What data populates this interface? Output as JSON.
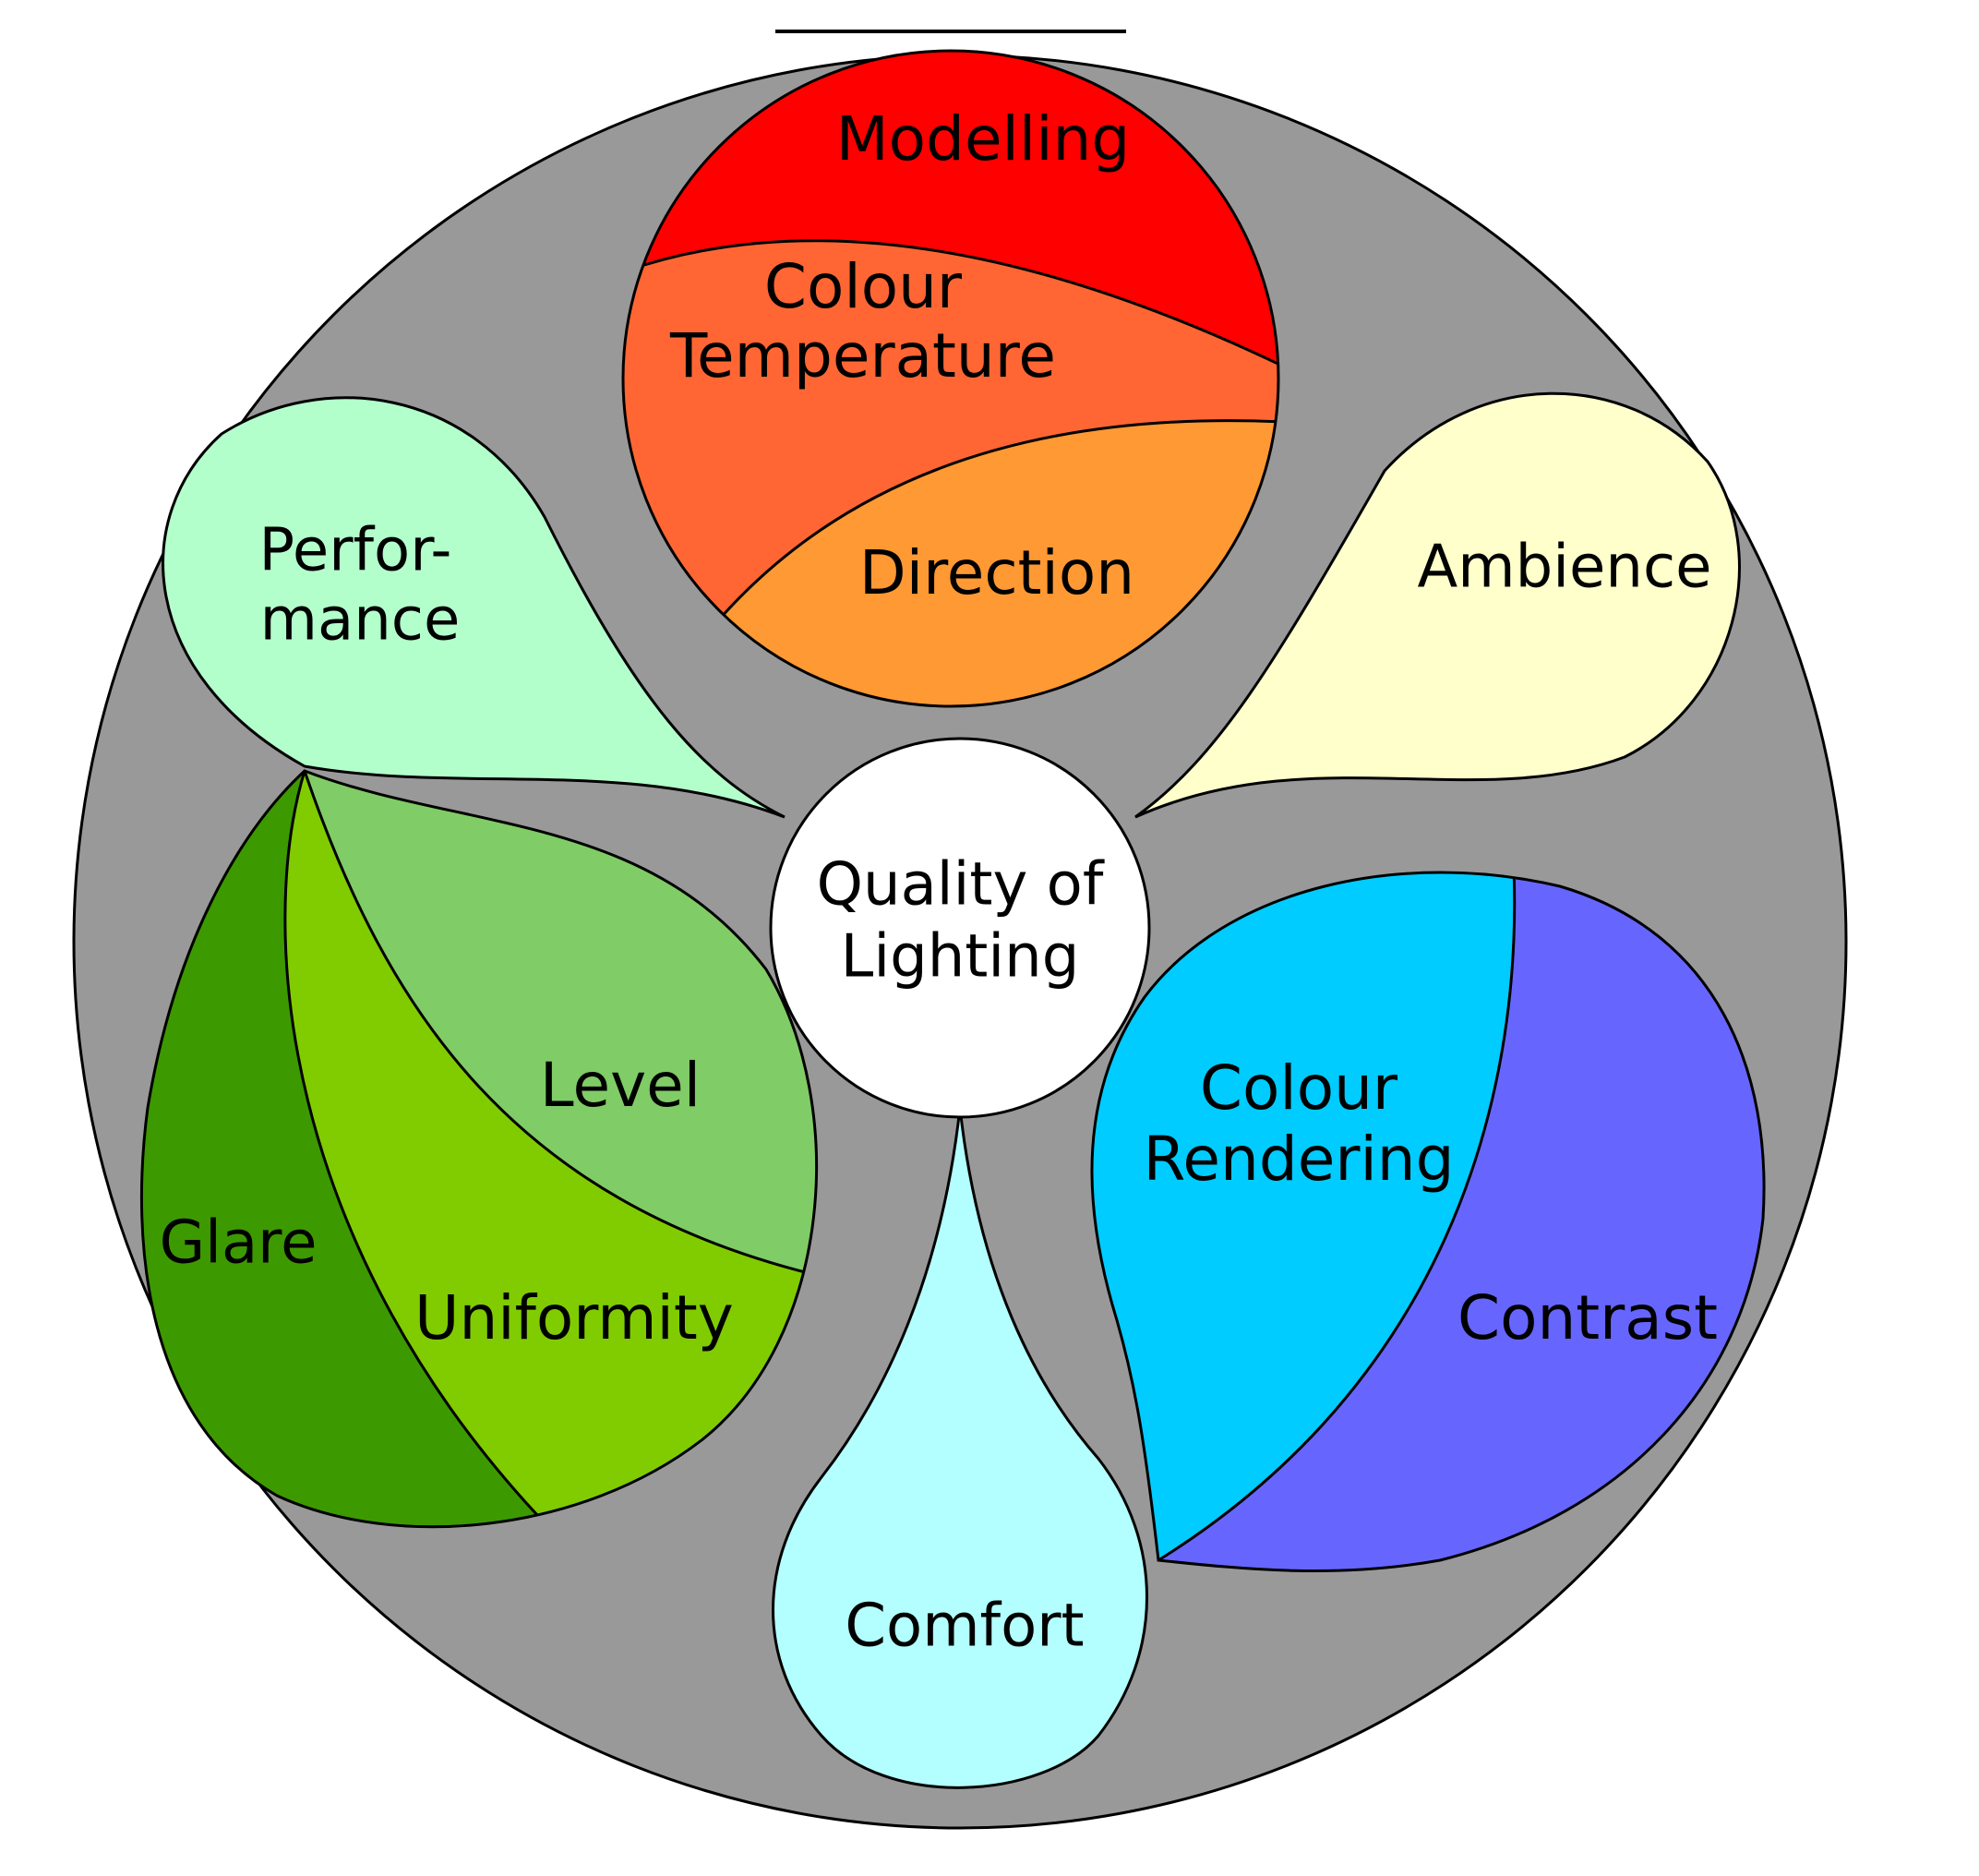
{
  "center": {
    "line1": "Quality of",
    "line2": "Lighting",
    "fill": "#FFFFFF"
  },
  "background": {
    "fill": "#999999"
  },
  "top_group": {
    "modelling": {
      "label": "Modelling",
      "fill": "#FF0000"
    },
    "colour_temperature": {
      "line1": "Colour",
      "line2": "Temperature",
      "fill": "#FF6633"
    },
    "direction": {
      "label": "Direction",
      "fill": "#FF9933"
    }
  },
  "performance": {
    "line1": "Perfor-",
    "line2": "mance",
    "fill": "#B3FFCC"
  },
  "ambience": {
    "label": "Ambience",
    "fill": "#FFFFCC"
  },
  "left_group": {
    "level": {
      "label": "Level",
      "fill": "#80CC66"
    },
    "uniformity": {
      "label": "Uniformity",
      "fill": "#80CC00"
    },
    "glare": {
      "label": "Glare",
      "fill": "#3D9900"
    }
  },
  "right_group": {
    "colour_rendering": {
      "line1": "Colour",
      "line2": "Rendering",
      "fill": "#00CCFF"
    },
    "contrast": {
      "label": "Contrast",
      "fill": "#6666FF"
    }
  },
  "comfort": {
    "label": "Comfort",
    "fill": "#B3FFFF"
  }
}
